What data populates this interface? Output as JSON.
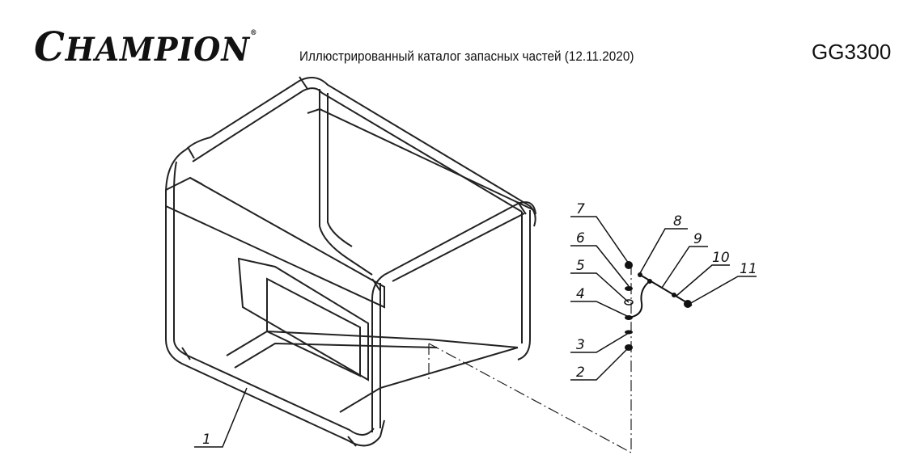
{
  "header": {
    "brand": "CHAMPION",
    "subtitle": "Иллюстрированный каталог запасных частей (12.11.2020)",
    "model": "GG3300"
  },
  "diagram": {
    "callouts": [
      "1",
      "2",
      "3",
      "4",
      "5",
      "6",
      "7",
      "8",
      "9",
      "10",
      "11"
    ]
  }
}
